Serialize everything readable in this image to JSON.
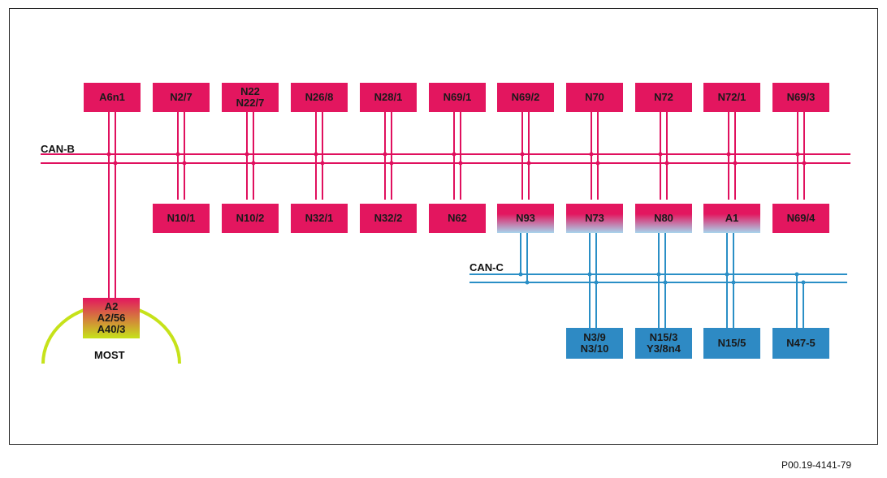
{
  "colors": {
    "can_b": "#e0105e",
    "can_c": "#2a8fc6",
    "node_b": "#e3165f",
    "node_c": "#2e8ac4",
    "gateway_top": "#e3165f",
    "gateway_bottom": "#a8d4ec",
    "most_ring": "#c6e21a",
    "most_node_top": "#e3165f",
    "most_node_bottom": "#c6e21a"
  },
  "buses": {
    "can_b": "CAN-B",
    "can_c": "CAN-C",
    "most": "MOST"
  },
  "top_row": [
    {
      "id": "a6n1",
      "label": "A6n1"
    },
    {
      "id": "n2-7",
      "label": "N2/7"
    },
    {
      "id": "n22",
      "label": "N22\nN22/7"
    },
    {
      "id": "n26-8",
      "label": "N26/8"
    },
    {
      "id": "n28-1",
      "label": "N28/1"
    },
    {
      "id": "n69-1",
      "label": "N69/1"
    },
    {
      "id": "n69-2",
      "label": "N69/2"
    },
    {
      "id": "n70",
      "label": "N70"
    },
    {
      "id": "n72",
      "label": "N72"
    },
    {
      "id": "n72-1",
      "label": "N72/1"
    },
    {
      "id": "n69-3",
      "label": "N69/3"
    }
  ],
  "middle_row": [
    {
      "id": "n10-1",
      "label": "N10/1",
      "gateway": false
    },
    {
      "id": "n10-2",
      "label": "N10/2",
      "gateway": false
    },
    {
      "id": "n32-1",
      "label": "N32/1",
      "gateway": false
    },
    {
      "id": "n32-2",
      "label": "N32/2",
      "gateway": false
    },
    {
      "id": "n62",
      "label": "N62",
      "gateway": false
    },
    {
      "id": "n93",
      "label": "N93",
      "gateway": true
    },
    {
      "id": "n73",
      "label": "N73",
      "gateway": true
    },
    {
      "id": "n80",
      "label": "N80",
      "gateway": true
    },
    {
      "id": "a1",
      "label": "A1",
      "gateway": true
    },
    {
      "id": "n69-4",
      "label": "N69/4",
      "gateway": false
    }
  ],
  "can_c_row": [
    {
      "id": "n3-9",
      "label": "N3/9\nN3/10"
    },
    {
      "id": "n15-3",
      "label": "N15/3\nY3/8n4"
    },
    {
      "id": "n15-5",
      "label": "N15/5"
    },
    {
      "id": "n47-5",
      "label": "N47-5"
    }
  ],
  "most_node": {
    "id": "a2",
    "label": "A2\nA2/56\nA40/3"
  },
  "figure_id": "P00.19-4141-79"
}
